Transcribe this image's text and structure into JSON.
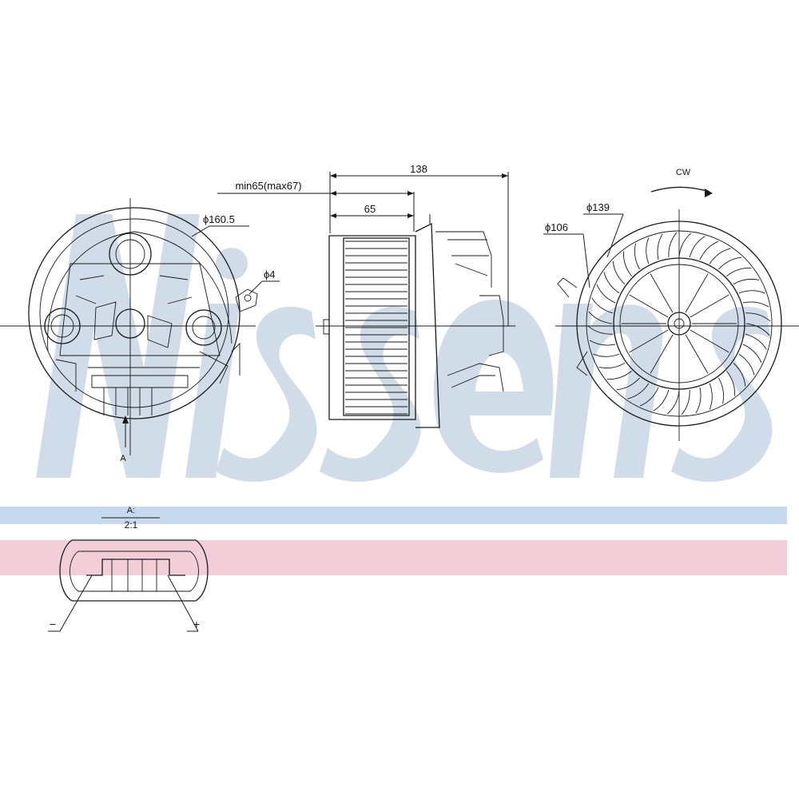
{
  "watermark": {
    "brand": "Nissens",
    "color": "#c9d6e6"
  },
  "bands": {
    "blue": "#c7d9ec",
    "pink": "#f2cfd8"
  },
  "dimensions": {
    "overall_length": "138",
    "mount_depth": "min65(max67)",
    "fan_depth": "65",
    "flange_diameter": "ϕ160.5",
    "hole_diameter": "ϕ4",
    "outer_diameter": "ϕ139",
    "inner_diameter": "ϕ106"
  },
  "rotation": "CW",
  "views": {
    "section_marker": "A"
  },
  "connector": {
    "header_top": "A:",
    "header_bottom": "2:1",
    "neg_label": "−",
    "pos_label": "+"
  }
}
